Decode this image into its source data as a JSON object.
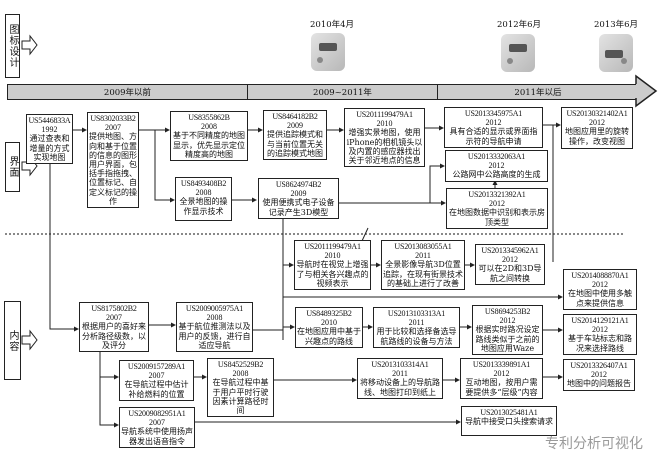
{
  "sections": {
    "icon_design": "图标设计",
    "interface": "界面",
    "content": "内容"
  },
  "timeline": [
    "2009年以前",
    "2009~2011年",
    "2011年以后"
  ],
  "icons": [
    {
      "date": "2010年4月",
      "icon": "maps-app-icon-2010"
    },
    {
      "date": "2012年6月",
      "icon": "maps-app-icon-2012"
    },
    {
      "date": "2013年6月",
      "icon": "maps-app-icon-2013"
    }
  ],
  "patents": [
    {
      "id": "US5446833A",
      "year": "1992",
      "desc": "通过查表和增量的方式实现地图"
    },
    {
      "id": "US8302033B2",
      "year": "2007",
      "desc": "提供地图、方向和基于位置的信息的图形用户界面，包括手指拖拽、位置标记、自定义标记的操作"
    },
    {
      "id": "US8355862B",
      "year": "2008",
      "desc": "基于不同精度的地图显示，优先显示定位精度高的地图"
    },
    {
      "id": "US8493408B2",
      "year": "2008",
      "desc": "全景地图的操作显示技术"
    },
    {
      "id": "US8464182B2",
      "year": "2009",
      "desc": "提供追踪模式和与当前位置无关的追踪模式地图"
    },
    {
      "id": "US8624974B2",
      "year": "2009",
      "desc": "使用便携式电子设备记录产生3D模型"
    },
    {
      "id": "US2011199479A1",
      "year": "2010",
      "desc": "增强实景地图，使用iPhone的相机镜头以及内置的感应器找出关于邻近地点的信息"
    },
    {
      "id": "US2013345975A1",
      "year": "2012",
      "desc": "具有合适的显示或界面指示符的导航申请"
    },
    {
      "id": "US2013332063A1",
      "year": "2012",
      "desc": "公路网中公路高度的生成"
    },
    {
      "id": "US2013321392A1",
      "year": "2012",
      "desc": "在地图数据中识别和表示房顶类型"
    },
    {
      "id": "US20130321402A1",
      "year": "2012",
      "desc": "地图应用里的旋转操作，改变视图"
    },
    {
      "id": "US2011199479A1",
      "year": "2010",
      "desc": "导航时在视觉上增强了与相关各兴趣点的视频表示"
    },
    {
      "id": "US2013083055A1",
      "year": "2011",
      "desc": "全景影像导航3D位置追踪，在现有街景技术的基础上进行了改善"
    },
    {
      "id": "US2013345962A1",
      "year": "2012",
      "desc": "可以在2D和3D导航之间转换"
    },
    {
      "id": "US2014088870A1",
      "year": "2012",
      "desc": "在地图中使用多触点来提供信息"
    },
    {
      "id": "US8175802B2",
      "year": "2007",
      "desc": "根据用户的喜好来分析路径级数，以及评分"
    },
    {
      "id": "US2009005975A1",
      "year": "2008",
      "desc": "基于航位推测法以及用户的反馈，进行自适应导航"
    },
    {
      "id": "US8489325B2",
      "year": "2010",
      "desc": "在地图应用中基于兴趣点的路线"
    },
    {
      "id": "US2013103313A1",
      "year": "2011",
      "desc": "用于比较和选择备选导航路线的设备与方法"
    },
    {
      "id": "US8694253B2",
      "year": "2012",
      "desc": "根据实时路况设定路线类似于之前的地图应用Waze"
    },
    {
      "id": "US2014129121A1",
      "year": "2012",
      "desc": "基于车站标志和路况来选择路线"
    },
    {
      "id": "US2009157289A1",
      "year": "2007",
      "desc": "在导航过程中估计补给燃料的位置"
    },
    {
      "id": "US8452529B2",
      "year": "2008",
      "desc": "在导航过程中基于用户平时行驶因素计算路径时间"
    },
    {
      "id": "US2013103314A1",
      "year": "2011",
      "desc": "将移动设备上的导航路线、地图打印到纸上"
    },
    {
      "id": "US2013339891A1",
      "year": "2012",
      "desc": "互动地图，按用户需要提供多“层级”内容"
    },
    {
      "id": "US2013326407A1",
      "year": "2012",
      "desc": "地图中的问题报告"
    },
    {
      "id": "US2009082951A1",
      "year": "2007",
      "desc": "导航系统中使用扬声器发出语音指令"
    },
    {
      "id": "US2013025481A1",
      "year": "",
      "desc": "导航中接受口头搜索请求"
    }
  ],
  "watermark": "专利分析可视化"
}
